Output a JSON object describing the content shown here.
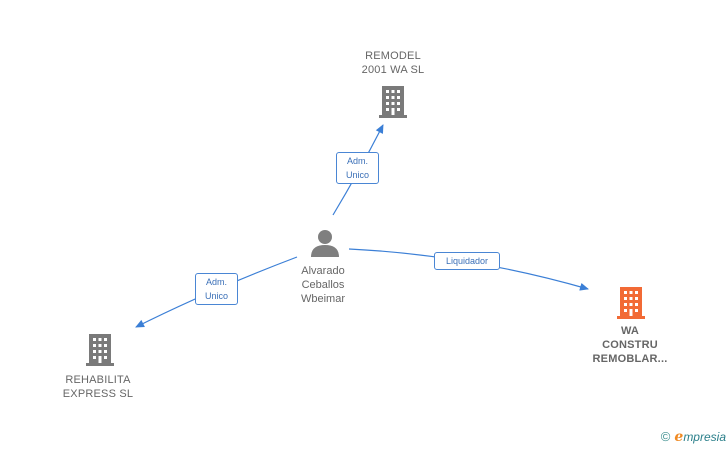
{
  "colors": {
    "edge": "#3b7fd6",
    "building_gray": "#7a7a7a",
    "building_highlight": "#f26a35",
    "person": "#7f7f7f",
    "brand_teal": "#2a7f8a",
    "brand_orange": "#f08a24"
  },
  "nodes": {
    "person": {
      "lines": [
        "Alvarado",
        "Ceballos",
        "Wbeimar"
      ],
      "icon": "person-icon"
    },
    "remodel": {
      "lines": [
        "REMODEL",
        "2001 WA  SL"
      ],
      "icon": "building-icon"
    },
    "rehabilita": {
      "lines": [
        "REHABILITA",
        "EXPRESS  SL"
      ],
      "icon": "building-icon"
    },
    "wa_constru": {
      "lines": [
        "WA",
        "CONSTRU",
        "REMOBLAR..."
      ],
      "icon": "building-icon"
    }
  },
  "edges": {
    "to_remodel": {
      "lines": [
        "Adm.",
        "Unico"
      ]
    },
    "to_rehabilita": {
      "lines": [
        "Adm.",
        "Unico"
      ]
    },
    "to_wa_constru": {
      "lines": [
        "Liquidador"
      ]
    }
  },
  "brand": {
    "copyright": "©",
    "e": "e",
    "rest": "mpresia"
  }
}
